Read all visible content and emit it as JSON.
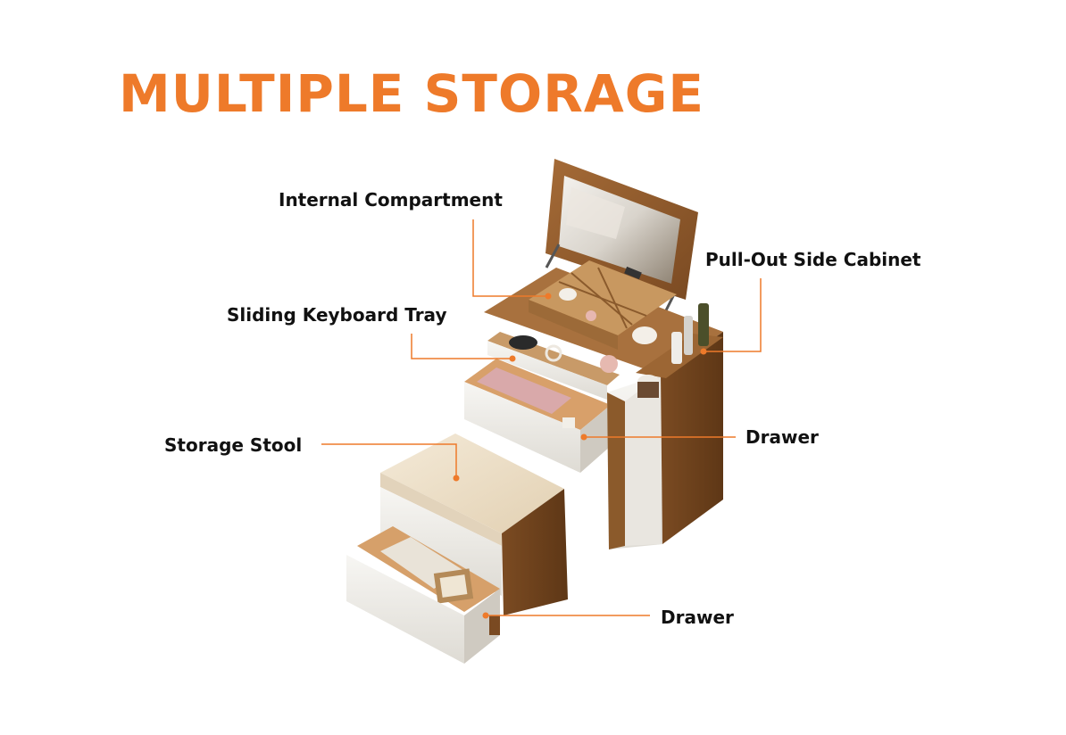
{
  "title": "MULTIPLE STORAGE",
  "colors": {
    "accent": "#EE7A2A",
    "text": "#111111",
    "wood": "#8B5A2B",
    "white_panel": "#EDEBE6",
    "cushion": "#EFE2CC"
  },
  "labels": {
    "internal_compartment": "Internal Compartment",
    "pull_out_side_cabinet": "Pull-Out Side Cabinet",
    "sliding_keyboard_tray": "Sliding Keyboard Tray",
    "drawer_upper": "Drawer",
    "storage_stool": "Storage Stool",
    "drawer_lower": "Drawer"
  },
  "image": {
    "subject": "vanity desk with flip-up mirror, compartments, side cabinet, keyboard tray, drawer and storage stool"
  }
}
